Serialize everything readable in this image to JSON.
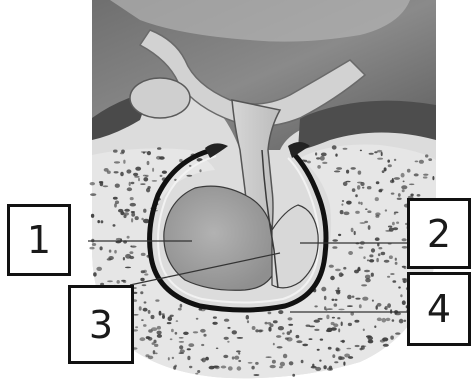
{
  "diagram": {
    "labels": [
      {
        "id": "1",
        "text": "1"
      },
      {
        "id": "2",
        "text": "2"
      },
      {
        "id": "3",
        "text": "3"
      },
      {
        "id": "4",
        "text": "4"
      }
    ]
  },
  "colors": {
    "background": "#ffffff",
    "tissue_dark": "#5a5a5a",
    "tissue_mid": "#8e8e8e",
    "stalk_light": "#c9c9c9",
    "gland_fill": "#a8a8a8",
    "bone_fill": "#e4e4e4",
    "speckle": "#3d3d3d",
    "outline": "#111111"
  }
}
